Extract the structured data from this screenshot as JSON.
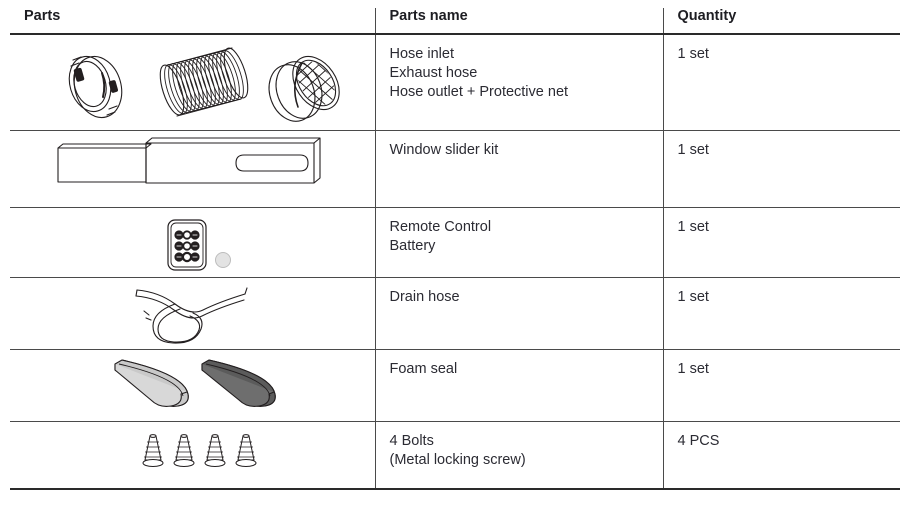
{
  "table": {
    "headers": {
      "parts": "Parts",
      "parts_name": "Parts name",
      "quantity": "Quantity"
    },
    "rows": [
      {
        "id": "hose-assembly",
        "name_lines": [
          "Hose inlet",
          "Exhaust hose",
          "Hose outlet + Protective net"
        ],
        "quantity": "1 set",
        "illustrations": [
          "hose-inlet-ring",
          "exhaust-hose-corrugated",
          "hose-outlet-protective-net"
        ]
      },
      {
        "id": "window-slider-kit",
        "name_lines": [
          "Window slider kit"
        ],
        "quantity": "1 set",
        "illustrations": [
          "window-slider-kit-bars"
        ]
      },
      {
        "id": "remote-control",
        "name_lines": [
          "Remote Control",
          "Battery"
        ],
        "quantity": "1 set",
        "illustrations": [
          "remote-control-keypad",
          "coin-battery"
        ]
      },
      {
        "id": "drain-hose",
        "name_lines": [
          "Drain hose"
        ],
        "quantity": "1 set",
        "illustrations": [
          "drain-hose-looped-tube"
        ]
      },
      {
        "id": "foam-seal",
        "name_lines": [
          "Foam seal"
        ],
        "quantity": "1 set",
        "illustrations": [
          "foam-seal-light",
          "foam-seal-dark"
        ]
      },
      {
        "id": "bolts",
        "name_lines": [
          "4 Bolts",
          "(Metal locking screw)"
        ],
        "quantity": "4 PCS",
        "illustrations": [
          "bolt-screw",
          "bolt-screw",
          "bolt-screw",
          "bolt-screw"
        ]
      }
    ]
  },
  "colors": {
    "text": "#2b2b33",
    "header_text": "#1d1d22",
    "rule_heavy": "#2a2a2a",
    "rule_light": "#4a4a4a",
    "line_art": "#231f20",
    "foam_light": "#c9c9c9",
    "foam_dark": "#5b5b5b",
    "battery_fill": "#e3e3e3",
    "background": "#ffffff"
  }
}
